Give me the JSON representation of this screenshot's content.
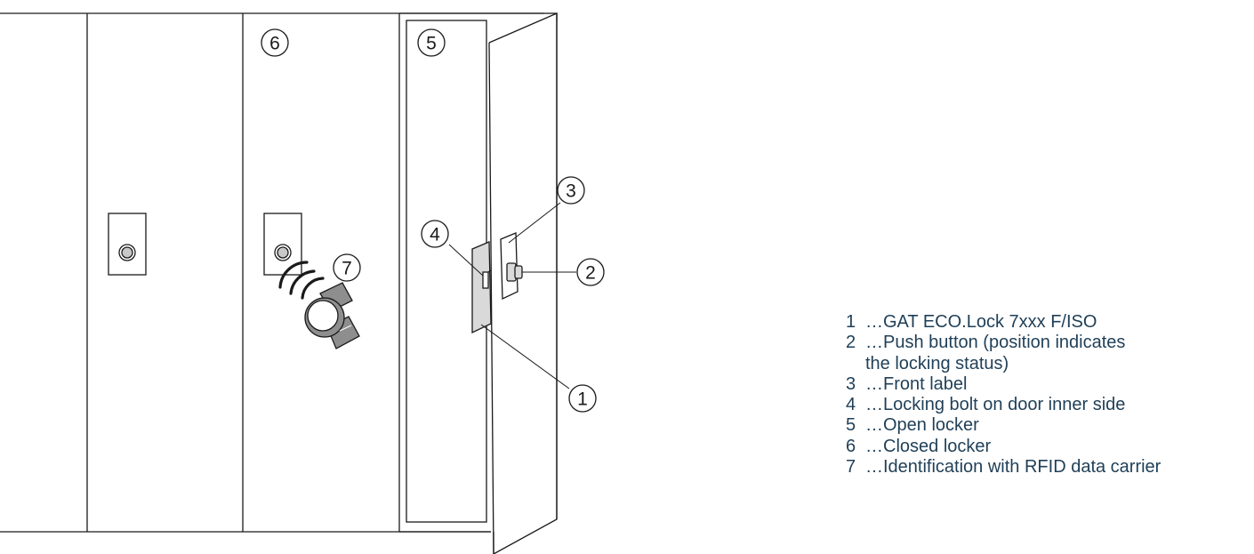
{
  "callouts": [
    "1",
    "2",
    "3",
    "4",
    "5",
    "6",
    "7"
  ],
  "legend": [
    {
      "num": "1",
      "text": "…GAT ECO.Lock 7xxx F/ISO"
    },
    {
      "num": "2",
      "text": "…Push button (position indicates\nthe locking status)"
    },
    {
      "num": "3",
      "text": "…Front label"
    },
    {
      "num": "4",
      "text": "…Locking bolt on door inner side"
    },
    {
      "num": "5",
      "text": "…Open locker"
    },
    {
      "num": "6",
      "text": "…Closed locker"
    },
    {
      "num": "7",
      "text": "…Identification with RFID data carrier"
    }
  ],
  "colors": {
    "line": "#1a1a1a",
    "legend_text": "#1f3f57",
    "lock_gray": "#d9d9d9",
    "watch_gray": "#8e8e8e"
  }
}
